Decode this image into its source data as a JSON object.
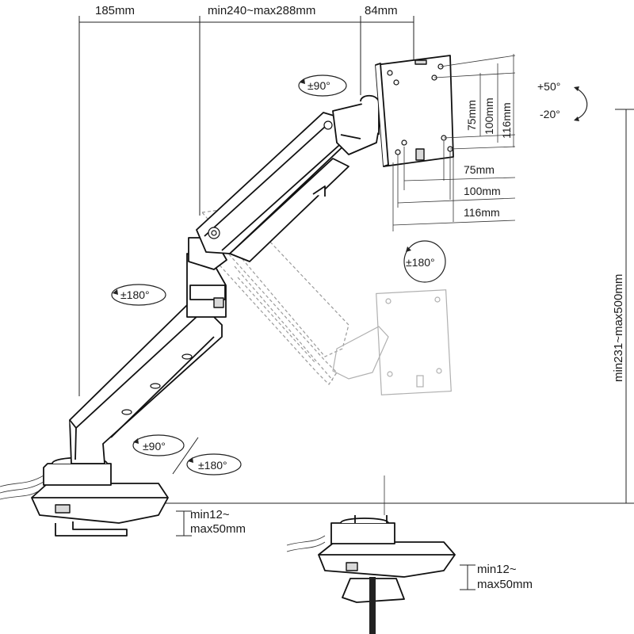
{
  "dimensions": {
    "arm_reach": "185mm",
    "arm_extension": "min240~max288mm",
    "head_offset": "84mm",
    "height_range": "min231~max500mm",
    "clamp_thickness_1_line1": "min12~",
    "clamp_thickness_1_line2": "max50mm",
    "clamp_thickness_2_line1": "min12~",
    "clamp_thickness_2_line2": "max50mm",
    "vesa_75_v": "75mm",
    "vesa_100_v": "100mm",
    "vesa_116_v": "116mm",
    "vesa_75_h": "75mm",
    "vesa_100_h": "100mm",
    "vesa_116_h": "116mm"
  },
  "rotations": {
    "head_swivel": "±90°",
    "tilt_up": "+50°",
    "tilt_down": "-20°",
    "plate_rotation": "±180°",
    "elbow_swivel": "±180°",
    "base_swivel": "±90°",
    "base_rotation": "±180°"
  }
}
